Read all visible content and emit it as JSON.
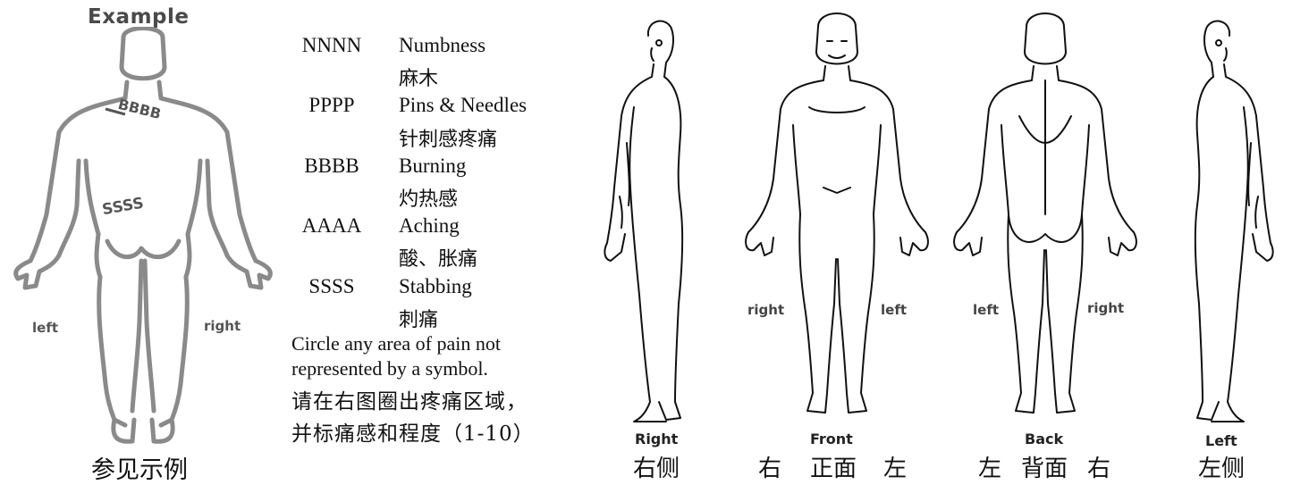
{
  "example": {
    "title": "Example",
    "marks": {
      "b": "BBBB",
      "s": "SSSS"
    },
    "side_left": "left",
    "side_right": "right",
    "caption": "参见示例"
  },
  "legend": {
    "items": [
      {
        "code": "NNNN",
        "en": "Numbness",
        "zh": "麻木"
      },
      {
        "code": "PPPP",
        "en": "Pins & Needles",
        "zh": "针刺感疼痛"
      },
      {
        "code": "BBBB",
        "en": "Burning",
        "zh": "灼热感"
      },
      {
        "code": "AAAA",
        "en": "Aching",
        "zh": "酸、胀痛"
      },
      {
        "code": "SSSS",
        "en": "Stabbing",
        "zh": "刺痛"
      }
    ],
    "note_en_1": "Circle any area of pain not",
    "note_en_2": "represented by a symbol.",
    "note_zh_1": "请在右图圈出疼痛区域，",
    "note_zh_2": "并标痛感和程度（1-10）"
  },
  "figures": {
    "right_side": {
      "label": "Right",
      "caption": "右侧"
    },
    "front": {
      "label": "Front",
      "side_right": "right",
      "side_left": "left",
      "caption_right": "右",
      "caption_main": "正面",
      "caption_left": "左"
    },
    "back": {
      "label": "Back",
      "side_left": "left",
      "side_right": "right",
      "caption_left": "左",
      "caption_main": "背面",
      "caption_right": "右"
    },
    "left_side": {
      "label": "Left",
      "caption": "左侧"
    }
  },
  "colors": {
    "example_outline": "#8a8a8a",
    "figure_outline": "#111111"
  }
}
